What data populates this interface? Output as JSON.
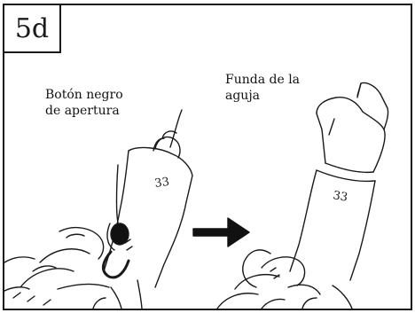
{
  "figure": {
    "step_label": "5d",
    "labels": {
      "black_button": [
        "Botón negro",
        "de apertura"
      ],
      "needle_sheath": [
        "Funda de la",
        "aguja"
      ]
    },
    "device_marking": "33"
  }
}
